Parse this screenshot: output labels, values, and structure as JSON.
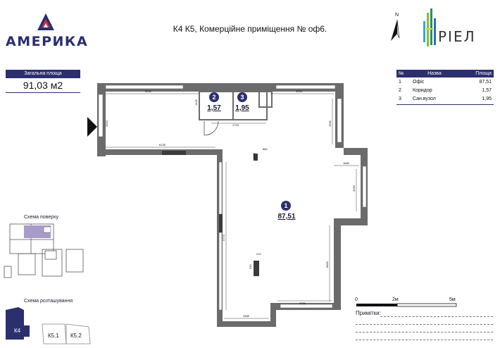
{
  "header": {
    "brand_left": "АМЕРИКА",
    "title": "К4 К5, Комерційне приміщення № оф6.",
    "brand_right": "РІЕЛ",
    "north_label": "N"
  },
  "total_area": {
    "label": "Загальна площа",
    "value": "91,03 м2"
  },
  "rooms_table": {
    "headers": [
      "№",
      "Назва",
      "Площа"
    ],
    "rows": [
      {
        "num": "1",
        "name": "Офіс",
        "area": "87,51"
      },
      {
        "num": "2",
        "name": "Коридор",
        "area": "1,57"
      },
      {
        "num": "3",
        "name": "Сан.вузол",
        "area": "1,95"
      }
    ]
  },
  "plan": {
    "room_markers": [
      {
        "num": "2",
        "area": "1,57"
      },
      {
        "num": "3",
        "area": "1,95"
      },
      {
        "num": "1",
        "area": "87,51"
      }
    ],
    "dimensions": [
      "5030",
      "3255",
      "1425",
      "1715",
      "3310",
      "6135",
      "880",
      "1760",
      "2585",
      "1680",
      "3030",
      "5775",
      "210",
      "930",
      "6855",
      "2585",
      "2230",
      "2290"
    ]
  },
  "floor_scheme": {
    "label": "Схема поверху"
  },
  "location_scheme": {
    "label": "Схема розташування",
    "blocks": [
      "К4",
      "К5.1",
      "К5.2"
    ]
  },
  "scale": {
    "labels": [
      "0",
      "2м",
      "5м"
    ]
  },
  "notes": {
    "label": "Примітки:"
  },
  "colors": {
    "brand": "#2b2f6e",
    "accent": "#d22e3a",
    "wall": "#6b6b6b",
    "highlight": "#a79bc9"
  }
}
